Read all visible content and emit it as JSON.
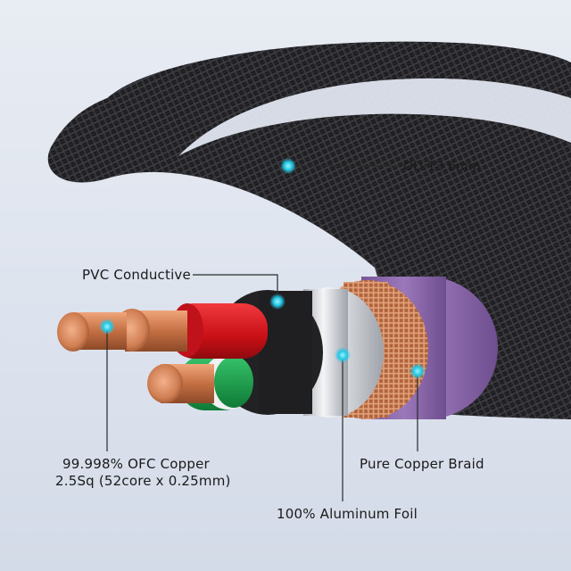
{
  "callouts": {
    "outer_diameter": "OD:13.6mm",
    "pvc": "PVC Conductive",
    "conductor_line1": "99.998% OFC Copper",
    "conductor_line2": "2.5Sq (52core x 0.25mm)",
    "foil": "100% Aluminum Foil",
    "braid": "Pure Copper Braid"
  },
  "colors": {
    "background": "#dfe5ef",
    "jacket": "#1c1c1f",
    "accent_dot": "#23c8e6",
    "red_insulation": "#d8141c",
    "green_insulation": "#19a24a",
    "copper": "#c9774a",
    "purple_sleeve": "#8a66a8"
  }
}
